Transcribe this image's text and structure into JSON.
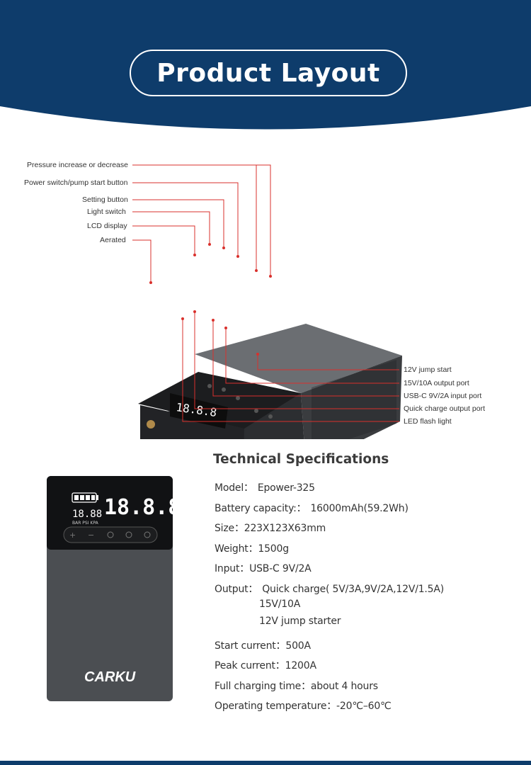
{
  "header": {
    "title": "Product Layout"
  },
  "callouts_left": [
    "Pressure increase or decrease",
    "Power switch/pump start button",
    "Setting button",
    "Light switch",
    "LCD display",
    "Aerated"
  ],
  "callouts_right": [
    "12V jump start",
    "15V/10A output port",
    "USB-C 9V/2A input port",
    "Quick charge output port",
    "LED flash light"
  ],
  "device_display": {
    "top_left_digits": "18.88",
    "main_digits": "18.8.8",
    "units": "BAR PSI KPA",
    "brand": "CARKU"
  },
  "specs": {
    "title": "Technical Specifications",
    "model": {
      "label": "Model：",
      "value": "Epower-325"
    },
    "battery": {
      "label": "Battery capacity:：",
      "value": "16000mAh(59.2Wh)"
    },
    "size": {
      "label": "Size：",
      "value": "223X123X63mm"
    },
    "weight": {
      "label": "Weight：",
      "value": "1500g"
    },
    "input": {
      "label": "Input：",
      "value": "USB-C 9V/2A"
    },
    "output": {
      "label": "Output：",
      "value": "Quick charge( 5V/3A,9V/2A,12V/1.5A)",
      "line2": "15V/10A",
      "line3": "12V jump starter"
    },
    "start_current": {
      "label": "Start current：",
      "value": "500A"
    },
    "peak_current": {
      "label": "Peak current：",
      "value": "1200A"
    },
    "charging_time": {
      "label": "Full charging time：",
      "value": "about 4 hours"
    },
    "temperature": {
      "label": "Operating temperature：",
      "value": "-20℃–60℃"
    }
  },
  "colors": {
    "banner": "#0e3c6b",
    "callout_line": "#d9302c",
    "device_body": "#4b4e52"
  }
}
